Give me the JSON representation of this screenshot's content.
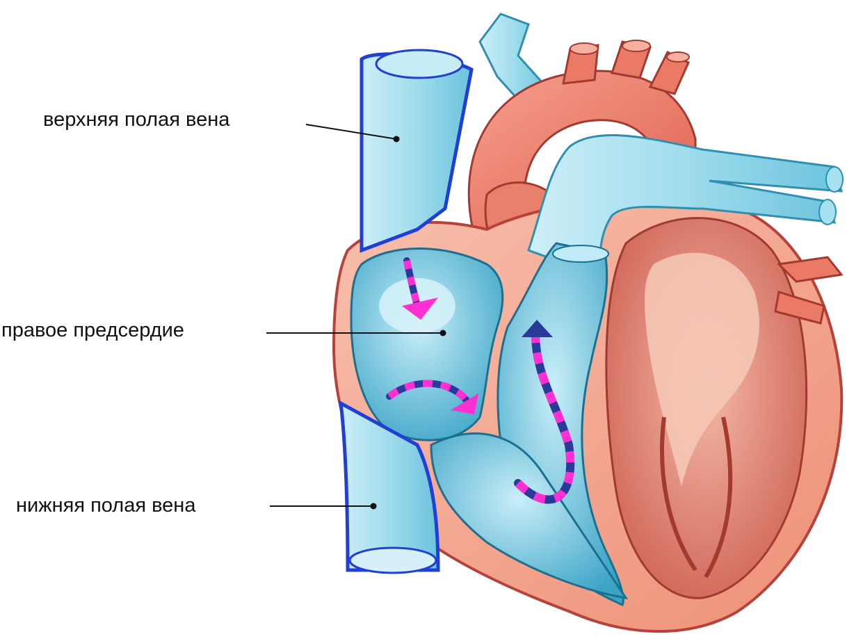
{
  "labels": {
    "superior_vena_cava": "верхняя полая вена",
    "right_atrium": "правое предсердие",
    "inferior_vena_cava": "нижняя полая вена"
  },
  "colors": {
    "venous_blue": "#7fd0e6",
    "venous_blue_dark": "#2f8fb0",
    "vein_outline": "#1f3fd6",
    "arterial_red": "#ee7a68",
    "arterial_red_dark": "#b8423a",
    "myocardium_pink": "#f3a58f",
    "flow_arrow_magenta": "#ff2fd4",
    "flow_arrow_navy": "#2a3a9a",
    "leader_line": "#111111"
  },
  "icons": [
    "flow-arrow-magenta",
    "flow-arrow-navy"
  ]
}
